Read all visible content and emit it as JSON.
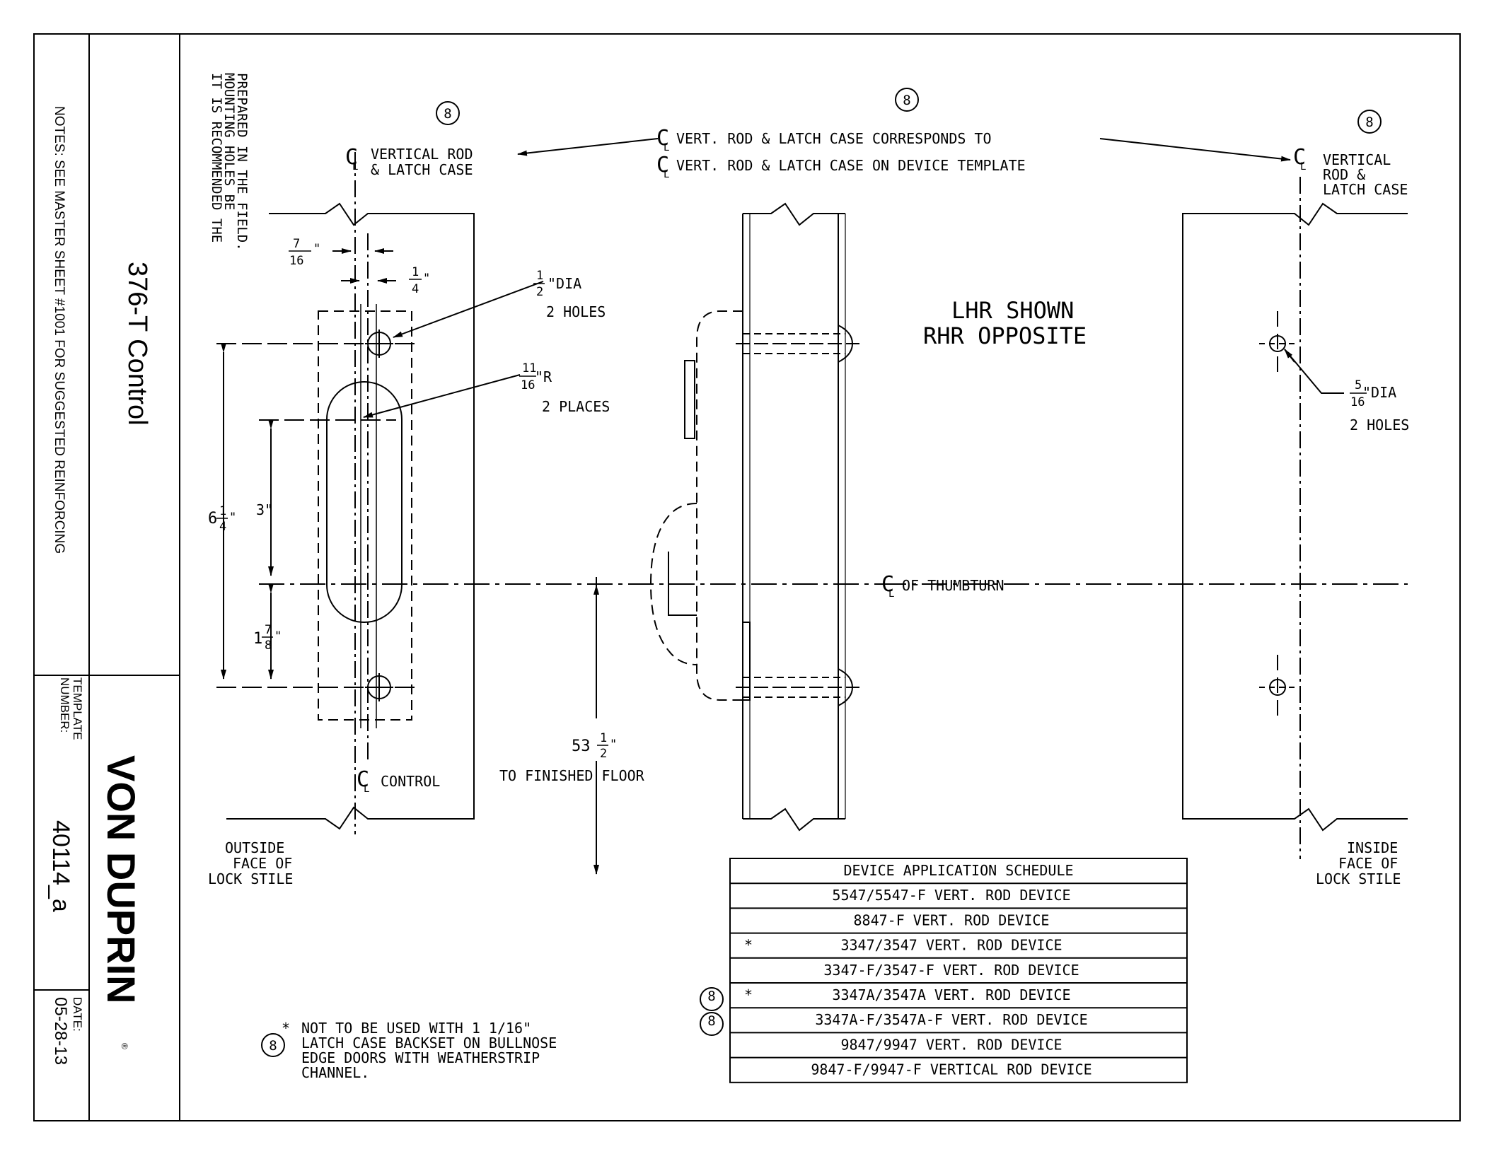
{
  "title_block": {
    "notes": "NOTES: SEE MASTER SHEET #1001 FOR SUGGESTED REINFORCING",
    "title": "376-T Control",
    "template_label_1": "TEMPLATE",
    "template_label_2": "NUMBER:",
    "template_number": "40114_a",
    "date_label": "DATE:",
    "date": "05-28-13",
    "brand": "VON DUPRIN",
    "registered": "®"
  },
  "mounting_note": [
    "IT IS RECOMMENDED THE",
    "MOUNTING HOLES BE",
    "PREPARED IN THE FIELD."
  ],
  "callouts": {
    "note_ref": "8",
    "cl_left_1": "VERTICAL ROD",
    "cl_left_2": "& LATCH CASE",
    "cl_center_1": "VERT. ROD & LATCH CASE CORRESPONDS TO",
    "cl_center_2": "VERT. ROD & LATCH CASE ON DEVICE TEMPLATE",
    "cl_right_1": "VERTICAL",
    "cl_right_2": "ROD &",
    "cl_right_3": "LATCH CASE",
    "hand_1": "LHR SHOWN",
    "hand_2": "RHR OPPOSITE",
    "thumbturn": "OF THUMBTURN",
    "control": "CONTROL",
    "floor_1": "53",
    "floor_2": "TO FINISHED FLOOR",
    "outside_1": "OUTSIDE",
    "outside_2": "FACE OF",
    "outside_3": "LOCK STILE",
    "inside_1": "INSIDE",
    "inside_2": "FACE OF",
    "inside_3": "LOCK STILE"
  },
  "dimensions": {
    "d_7_16_num": "7",
    "d_7_16_den": "16",
    "d_1_4_num": "1",
    "d_1_4_den": "4",
    "dia_half_num": "1",
    "dia_half_den": "2",
    "dia_half_suffix": "\"DIA",
    "dia_half_qty": "2 HOLES",
    "r_num": "11",
    "r_den": "16",
    "r_suffix": "\"R",
    "r_qty": "2 PLACES",
    "overall_whole": "6",
    "overall_num": "1",
    "overall_den": "4",
    "slot": "3\"",
    "lower_whole": "1",
    "lower_num": "7",
    "lower_den": "8",
    "floor_num": "1",
    "floor_den": "2",
    "inch": "\"",
    "dia_516_num": "5",
    "dia_516_den": "16",
    "dia_516_suffix": "\"DIA",
    "dia_516_qty": "2 HOLES"
  },
  "footnote": {
    "star": "*",
    "ref": "8",
    "lines": [
      "NOT TO BE USED WITH 1 1/16\"",
      "LATCH CASE BACKSET ON BULLNOSE",
      "EDGE DOORS WITH WEATHERSTRIP",
      "CHANNEL."
    ]
  },
  "schedule": {
    "title": "DEVICE APPLICATION SCHEDULE",
    "rows": [
      {
        "prefix": "",
        "text": "5547/5547-F VERT. ROD DEVICE",
        "note": ""
      },
      {
        "prefix": "",
        "text": "8847-F VERT. ROD DEVICE",
        "note": ""
      },
      {
        "prefix": "*",
        "text": "3347/3547 VERT. ROD DEVICE",
        "note": ""
      },
      {
        "prefix": "",
        "text": "3347-F/3547-F VERT. ROD DEVICE",
        "note": ""
      },
      {
        "prefix": "*",
        "text": "3347A/3547A VERT. ROD DEVICE",
        "note": "8"
      },
      {
        "prefix": "",
        "text": "3347A-F/3547A-F VERT. ROD DEVICE",
        "note": "8"
      },
      {
        "prefix": "",
        "text": "9847/9947 VERT. ROD DEVICE",
        "note": ""
      },
      {
        "prefix": "",
        "text": "9847-F/9947-F VERTICAL ROD DEVICE",
        "note": ""
      }
    ]
  }
}
